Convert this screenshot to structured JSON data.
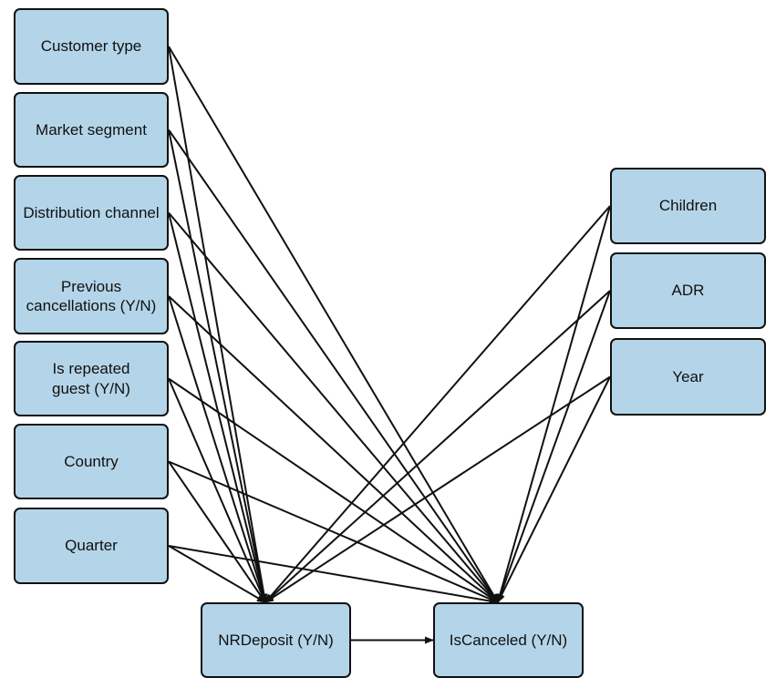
{
  "nodes": {
    "customer_type": "Customer type",
    "market_segment": "Market segment",
    "distribution_channel": "Distribution channel",
    "previous_cancellations": [
      "Previous",
      "cancellations (Y/N)"
    ],
    "is_repeated_guest": [
      "Is repeated",
      "guest (Y/N)"
    ],
    "country": "Country",
    "quarter": "Quarter",
    "children": "Children",
    "adr": "ADR",
    "year": "Year",
    "nrdeposit": "NRDeposit (Y/N)",
    "iscanceled": "IsCanceled (Y/N)"
  },
  "edges": [
    {
      "from": "customer_type",
      "to": "nrdeposit"
    },
    {
      "from": "customer_type",
      "to": "iscanceled"
    },
    {
      "from": "market_segment",
      "to": "nrdeposit"
    },
    {
      "from": "market_segment",
      "to": "iscanceled"
    },
    {
      "from": "distribution_channel",
      "to": "nrdeposit"
    },
    {
      "from": "distribution_channel",
      "to": "iscanceled"
    },
    {
      "from": "previous_cancellations",
      "to": "nrdeposit"
    },
    {
      "from": "previous_cancellations",
      "to": "iscanceled"
    },
    {
      "from": "is_repeated_guest",
      "to": "nrdeposit"
    },
    {
      "from": "is_repeated_guest",
      "to": "iscanceled"
    },
    {
      "from": "country",
      "to": "nrdeposit"
    },
    {
      "from": "country",
      "to": "iscanceled"
    },
    {
      "from": "quarter",
      "to": "nrdeposit"
    },
    {
      "from": "quarter",
      "to": "iscanceled"
    },
    {
      "from": "children",
      "to": "nrdeposit"
    },
    {
      "from": "children",
      "to": "iscanceled"
    },
    {
      "from": "adr",
      "to": "nrdeposit"
    },
    {
      "from": "adr",
      "to": "iscanceled"
    },
    {
      "from": "year",
      "to": "nrdeposit"
    },
    {
      "from": "year",
      "to": "iscanceled"
    },
    {
      "from": "nrdeposit",
      "to": "iscanceled"
    }
  ],
  "colors": {
    "node_fill": "#b4d5e9",
    "stroke": "#111111"
  }
}
